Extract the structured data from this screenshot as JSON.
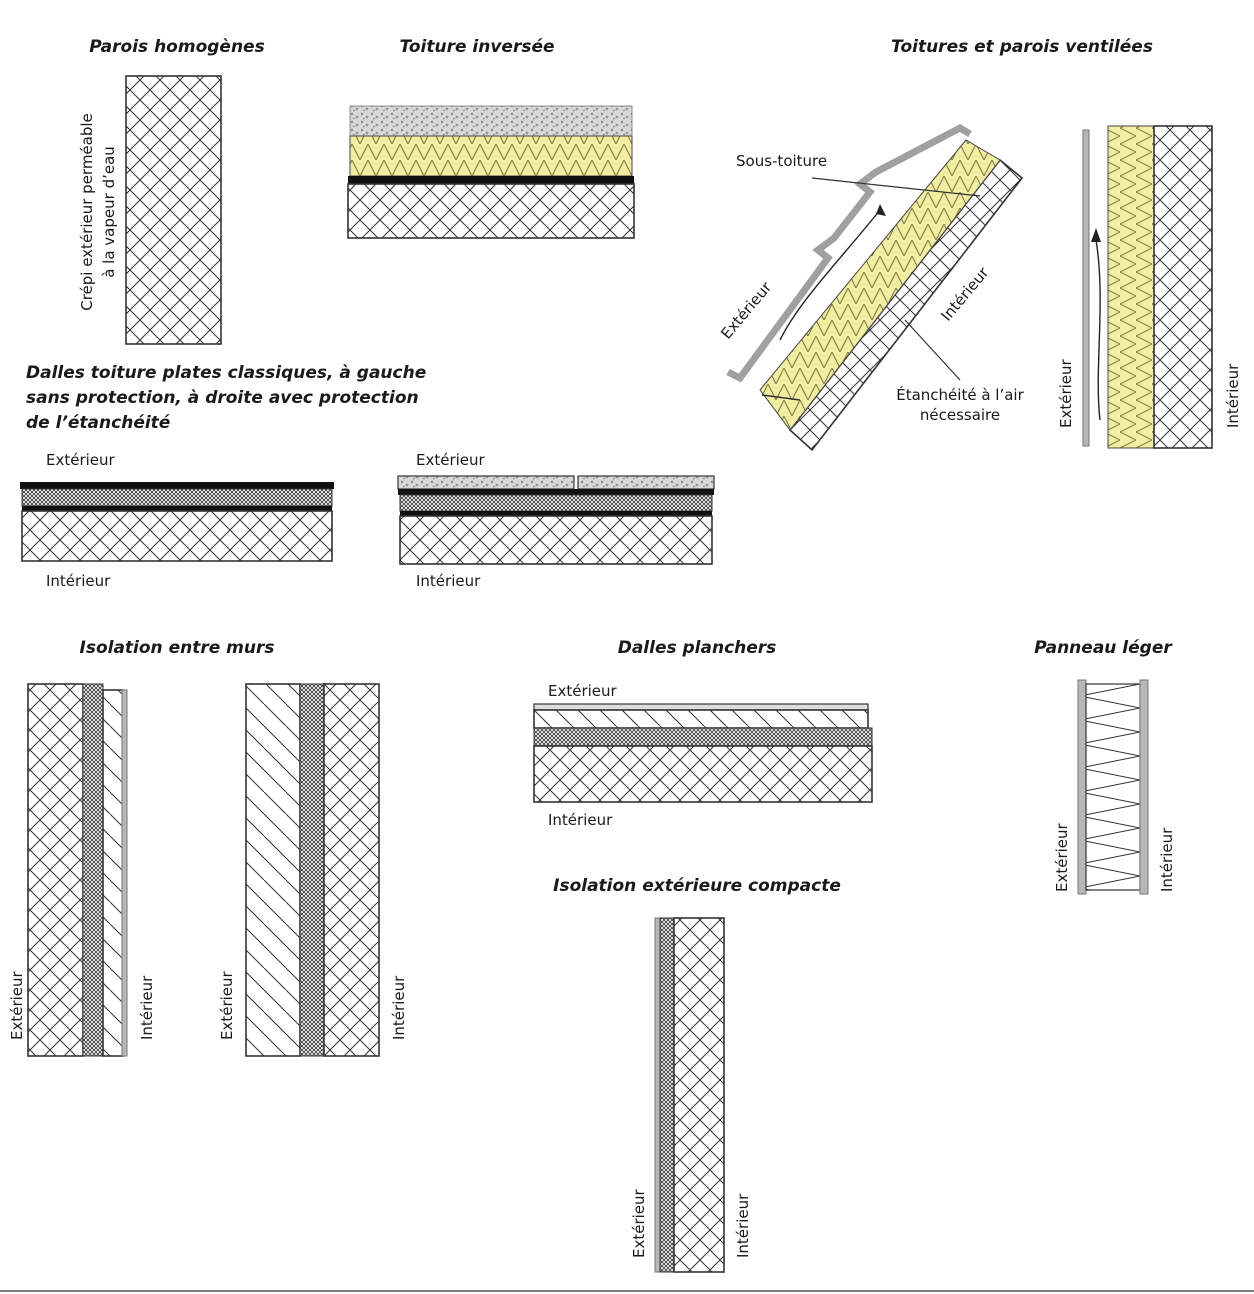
{
  "titles": {
    "parois_homogenes": "Parois homogènes",
    "toiture_inversee": "Toiture inversée",
    "toitures_ventilees": "Toitures et parois ventilées",
    "dalles_toiture_line1": "Dalles toiture plates classiques, à gauche",
    "dalles_toiture_line2": "sans protection, à droite avec protection",
    "dalles_toiture_line3": "de l’étanchéité",
    "isolation_entre_murs": "Isolation entre murs",
    "dalles_planchers": "Dalles planchers",
    "panneau_leger": "Panneau léger",
    "isolation_exterieure_compacte": "Isolation extérieure compacte"
  },
  "labels": {
    "exterieur": "Extérieur",
    "interieur": "Intérieur",
    "crepi_line1": "Crépi extérieur perméable",
    "crepi_line2": "à la vapeur d’eau",
    "sous_toiture": "Sous-toiture",
    "etancheite_line1": "Étanchéité à l’air",
    "etancheite_line2": "nécessaire"
  },
  "colors": {
    "insulation_yellow": "#f2eda0",
    "line": "#333333",
    "membrane": "#111111",
    "gray_panel": "#b7b7b7"
  }
}
